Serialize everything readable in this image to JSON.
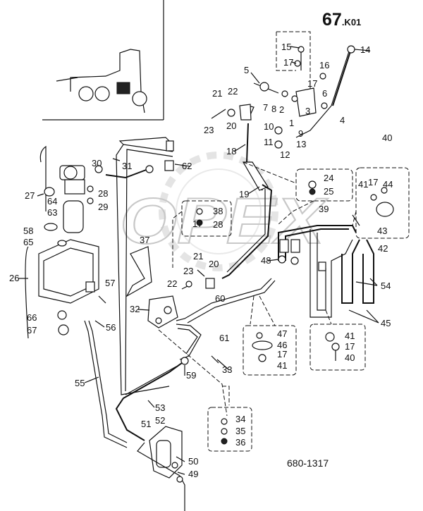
{
  "header": {
    "page_number": "67",
    "page_suffix": ".K01"
  },
  "footer": {
    "drawing_number": "680-1317"
  },
  "watermark": {
    "text": "OPEX"
  },
  "callouts": [
    "1",
    "2",
    "3",
    "4",
    "5",
    "6",
    "7",
    "8",
    "9",
    "10",
    "11",
    "12",
    "13",
    "14",
    "15",
    "16",
    "17",
    "17",
    "17",
    "17",
    "17",
    "17",
    "18",
    "19",
    "20",
    "20",
    "21",
    "21",
    "22",
    "22",
    "23",
    "23",
    "24",
    "25",
    "26",
    "27",
    "28",
    "28",
    "29",
    "30",
    "31",
    "32",
    "33",
    "34",
    "35",
    "36",
    "37",
    "38",
    "39",
    "40",
    "40",
    "41",
    "41",
    "41",
    "42",
    "43",
    "44",
    "45",
    "46",
    "47",
    "48",
    "49",
    "50",
    "51",
    "52",
    "53",
    "54",
    "55",
    "56",
    "57",
    "58",
    "59",
    "60",
    "61",
    "62",
    "63",
    "64",
    "65",
    "66",
    "67"
  ]
}
